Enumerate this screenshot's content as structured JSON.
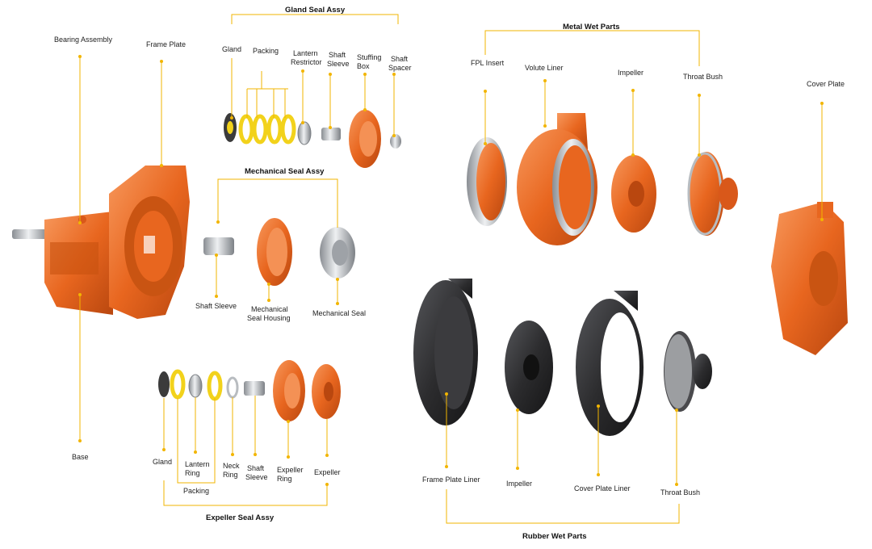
{
  "groups": {
    "gland_seal": "Gland Seal Assy",
    "mechanical_seal": "Mechanical Seal Assy",
    "expeller_seal": "Expeller Seal Assy",
    "metal_wet": "Metal Wet Parts",
    "rubber_wet": "Rubber Wet Parts"
  },
  "labels": {
    "bearing_assembly": "Bearing Assembly",
    "frame_plate": "Frame Plate",
    "base": "Base",
    "gs_gland": "Gland",
    "gs_packing": "Packing",
    "gs_lantern_restrictor_1": "Lantern",
    "gs_lantern_restrictor_2": "Restrictor",
    "gs_shaft_sleeve_1": "Shaft",
    "gs_shaft_sleeve_2": "Sleeve",
    "gs_stuffing_box_1": "Stuffing",
    "gs_stuffing_box_2": "Box",
    "gs_shaft_spacer_1": "Shaft",
    "gs_shaft_spacer_2": "Spacer",
    "ms_shaft_sleeve": "Shaft Sleeve",
    "ms_housing_1": "Mechanical",
    "ms_housing_2": "Seal Housing",
    "ms_mechanical_seal": "Mechanical Seal",
    "es_gland": "Gland",
    "es_lantern_ring_1": "Lantern",
    "es_lantern_ring_2": "Ring",
    "es_packing": "Packing",
    "es_neck_ring_1": "Neck",
    "es_neck_ring_2": "Ring",
    "es_shaft_sleeve_1": "Shaft",
    "es_shaft_sleeve_2": "Sleeve",
    "es_expeller_ring_1": "Expeller",
    "es_expeller_ring_2": "Ring",
    "es_expeller": "Expeller",
    "mw_fpl_insert": "FPL Insert",
    "mw_volute_liner": "Volute Liner",
    "mw_impeller": "Impeller",
    "mw_throat_bush": "Throat Bush",
    "cover_plate": "Cover Plate",
    "rw_frame_plate_liner": "Frame Plate Liner",
    "rw_impeller": "Impeller",
    "rw_cover_plate_liner": "Cover Plate Liner",
    "rw_throat_bush": "Throat Bush"
  },
  "colors": {
    "orange": "#e8661f",
    "orange_dark": "#b9470f",
    "orange_light": "#f49155",
    "rubber": "#2c2c2e",
    "rubber_light": "#4a4a4d",
    "steel": "#b8bcc0",
    "steel_dark": "#7d8186",
    "yellow": "#f2d21b",
    "leader": "#f2b500"
  }
}
